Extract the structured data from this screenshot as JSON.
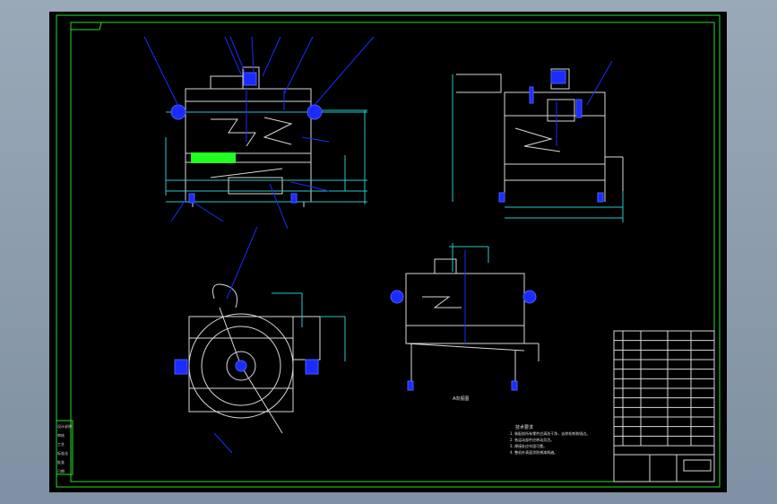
{
  "title_block": {
    "side_labels": [
      "设计说明",
      "审核",
      "工艺",
      "标准化",
      "批准",
      "日期"
    ]
  },
  "views": {
    "side_view_label": "A向视图"
  },
  "notes": {
    "heading": "技术要求",
    "items": [
      "1. 装配前所有零件应清洗干净，去除毛刺和锐边。",
      "2. 各运动部件应转动灵活。",
      "3. 焊接处应牢固可靠。",
      "4. 整机外表面涂防锈漆两遍。"
    ]
  },
  "bom": {
    "rows": 12
  },
  "colors": {
    "frame": "#25e025",
    "outline": "#d8d8d8",
    "leader": "#1a2cff",
    "dim": "#28c8c8",
    "highlight": "#22ff22",
    "background": "#000000"
  }
}
